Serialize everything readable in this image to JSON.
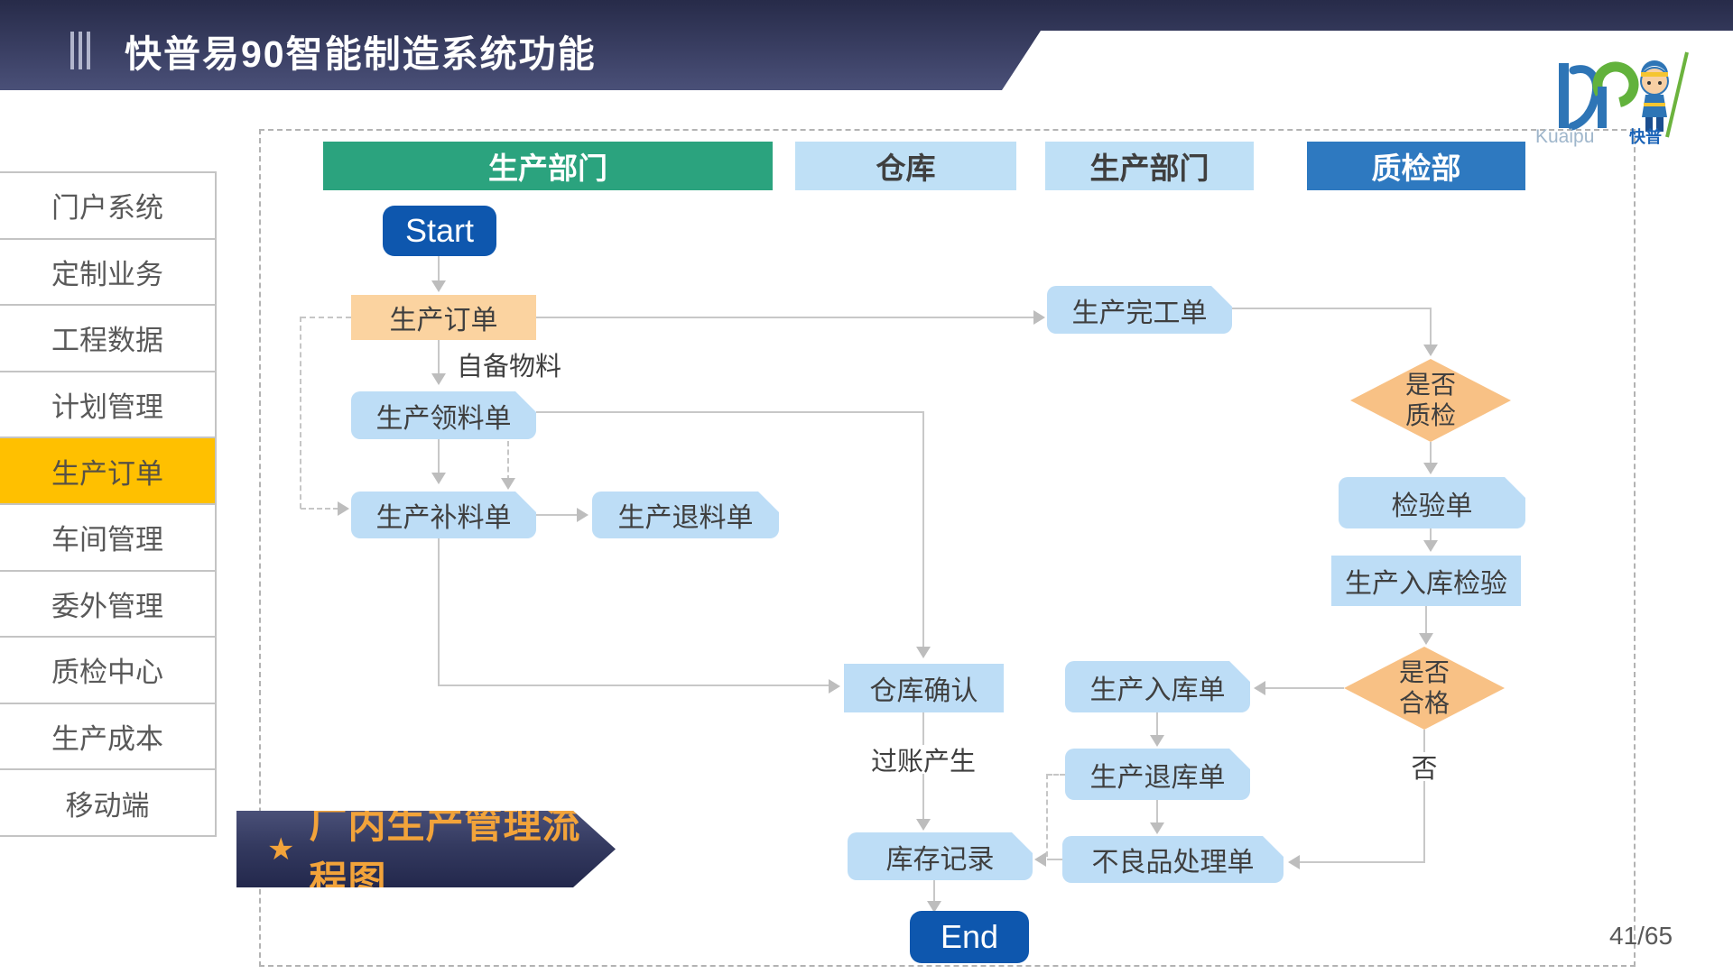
{
  "header": {
    "title": "快普易90智能制造系统功能"
  },
  "sidebar": {
    "items": [
      {
        "label": "门户系统",
        "active": false
      },
      {
        "label": "定制业务",
        "active": false
      },
      {
        "label": "工程数据",
        "active": false
      },
      {
        "label": "计划管理",
        "active": false
      },
      {
        "label": "生产订单",
        "active": true
      },
      {
        "label": "车间管理",
        "active": false
      },
      {
        "label": "委外管理",
        "active": false
      },
      {
        "label": "质检中心",
        "active": false
      },
      {
        "label": "生产成本",
        "active": false
      },
      {
        "label": "移动端",
        "active": false
      }
    ]
  },
  "flowchart": {
    "columns": [
      {
        "label": "生产部门",
        "style": "green"
      },
      {
        "label": "仓库",
        "style": "light"
      },
      {
        "label": "生产部门",
        "style": "light"
      },
      {
        "label": "质检部",
        "style": "blue"
      }
    ],
    "nodes": {
      "start": "Start",
      "end": "End",
      "prod_order": "生产订单",
      "pick_list": "生产领料单",
      "refill": "生产补料单",
      "return_material": "生产退料单",
      "finish": "生产完工单",
      "need_qc": {
        "line1": "是否",
        "line2": "质检"
      },
      "inspect_sheet": "检验单",
      "warehouse_inspect": "生产入库检验",
      "qualified": {
        "line1": "是否",
        "line2": "合格"
      },
      "warehouse_confirm": "仓库确认",
      "warehouse_in": "生产入库单",
      "warehouse_return": "生产退库单",
      "stock_record": "库存记录",
      "defect_handle": "不良品处理单"
    },
    "edge_labels": {
      "self_material": "自备物料",
      "posting": "过账产生",
      "no": "否"
    }
  },
  "caption": {
    "star": "★",
    "text": "厂内生产管理流程图"
  },
  "page": {
    "number": "41/65"
  },
  "logo": {
    "latin": "Kuaipu",
    "cn": "快普"
  },
  "colors": {
    "header_green": "#2ba37e",
    "header_light_blue": "#bfe0f6",
    "header_deep_blue": "#2e79c0",
    "terminal_blue": "#0e57ae",
    "process_light_blue": "#bdddf6",
    "order_orange": "#fbd3a0",
    "decision_orange": "#f8c185",
    "sidebar_active_yellow": "#ffc000",
    "connector_gray": "#c8c8c8"
  }
}
